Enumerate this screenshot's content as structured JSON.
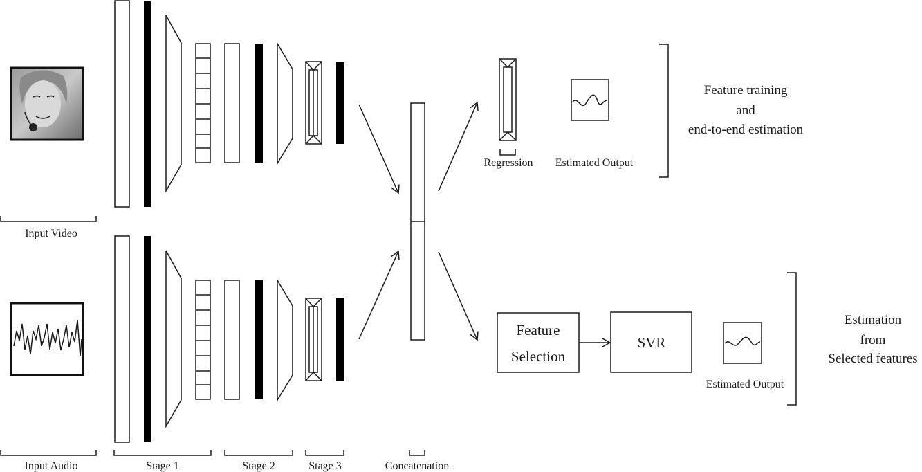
{
  "inputs": {
    "video_label": "Input Video",
    "audio_label": "Input Audio"
  },
  "stages": {
    "stage1": "Stage 1",
    "stage2": "Stage 2",
    "stage3": "Stage 3",
    "concatenation": "Concatenation"
  },
  "branch_top": {
    "regression_label": "Regression",
    "estimated_output_label": "Estimated Output",
    "description": [
      "Feature training",
      "and",
      "end-to-end estimation"
    ]
  },
  "branch_bottom": {
    "feature_selection_label": [
      "Feature",
      "Selection"
    ],
    "svr_label": "SVR",
    "estimated_output_label": "Estimated Output",
    "description": [
      "Estimation",
      "from",
      "Selected features"
    ]
  }
}
